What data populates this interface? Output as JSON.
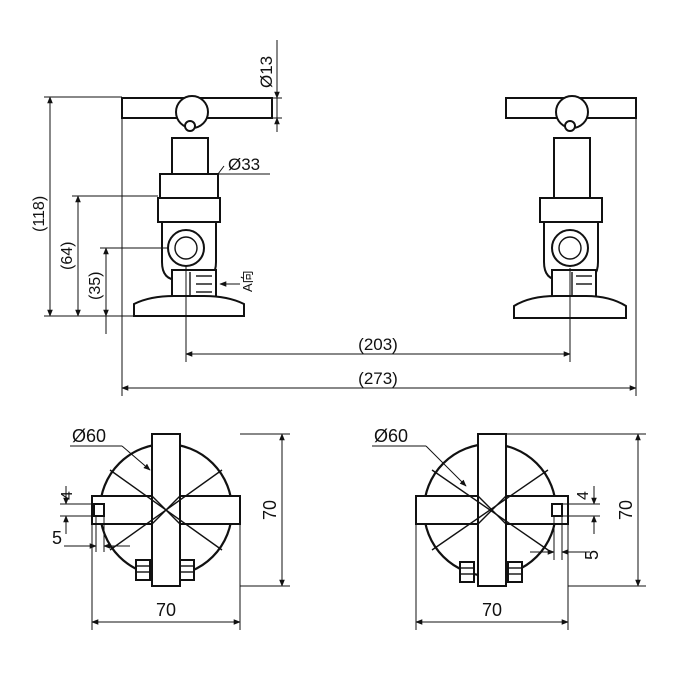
{
  "front_view": {
    "dims": {
      "handle_dia": "Ø13",
      "body_dia": "Ø33",
      "height_total": "(118)",
      "height_mid": "(64)",
      "height_low": "(35)",
      "arrow_label": "A向",
      "center_span": "(203)",
      "overall_span": "(273)"
    }
  },
  "top_view_left": {
    "flange_dia": "Ø60",
    "width": "70",
    "height": "70",
    "dim_a": "4",
    "dim_b": "5"
  },
  "top_view_right": {
    "flange_dia": "Ø60",
    "width": "70",
    "height": "70",
    "dim_a": "4",
    "dim_b": "5"
  },
  "colors": {
    "ink": "#111111",
    "paper": "#ffffff"
  }
}
